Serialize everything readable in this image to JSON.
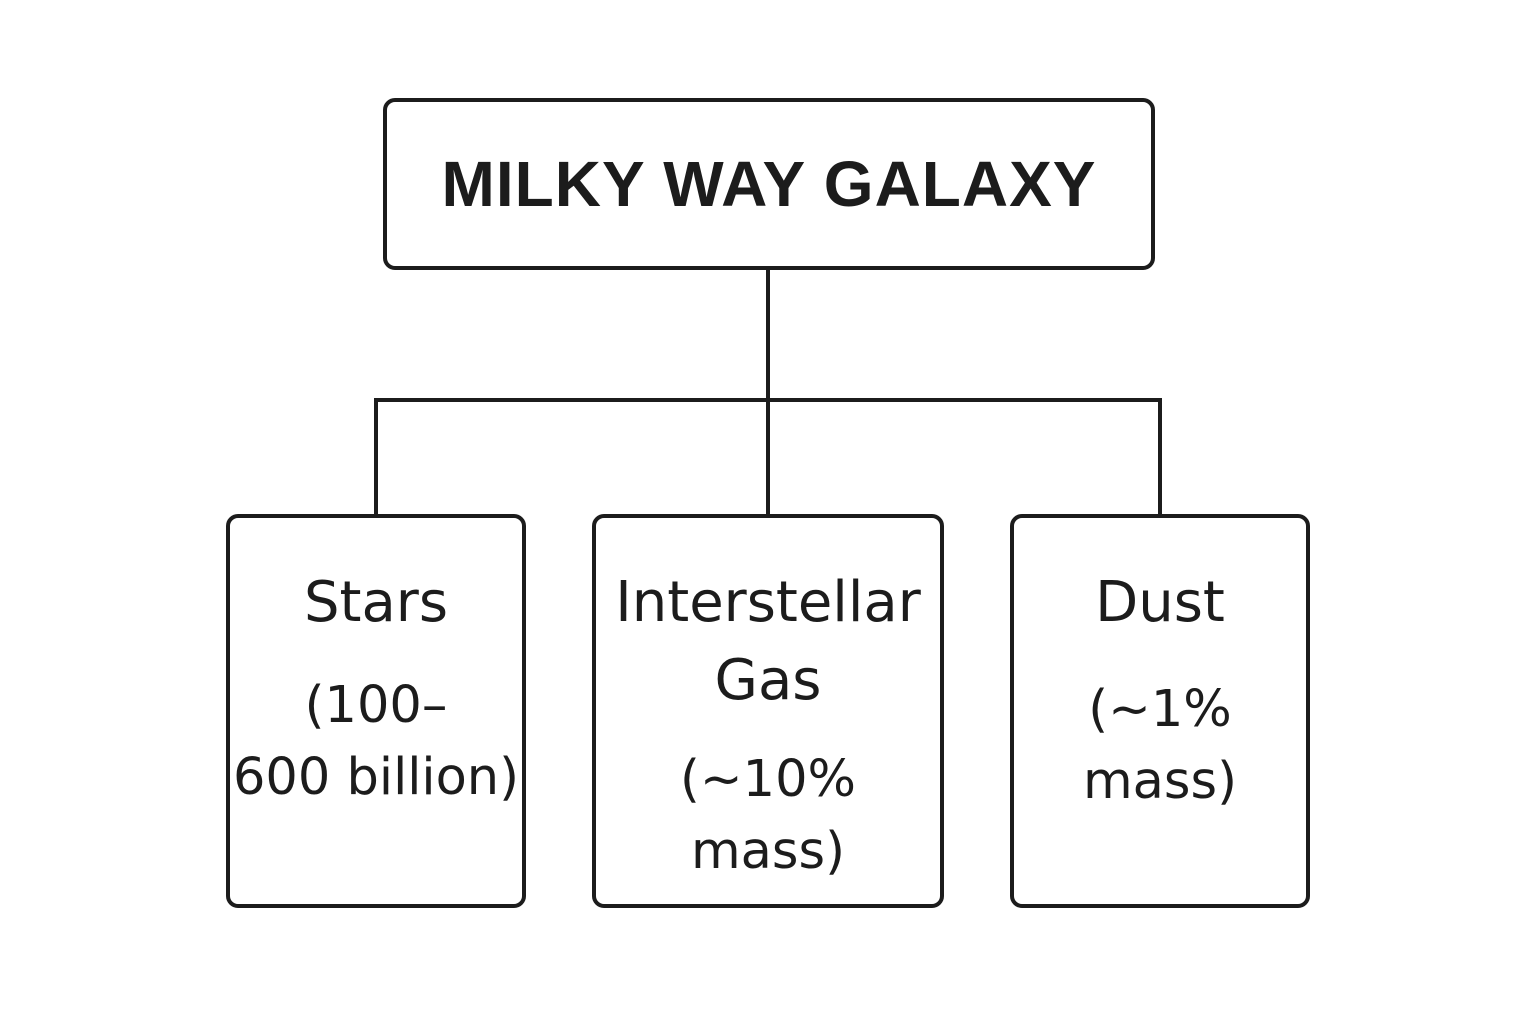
{
  "root": {
    "label": "MILKY WAY GALAXY"
  },
  "children": [
    {
      "title": "Stars",
      "detail": "(100–\n600 billion)"
    },
    {
      "title": "Interstellar\nGas",
      "detail": "(~10%\nmass)"
    },
    {
      "title": "Dust",
      "detail": "(~1%\nmass)"
    }
  ],
  "colors": {
    "stroke": "#1c1c1c",
    "background": "#ffffff"
  }
}
